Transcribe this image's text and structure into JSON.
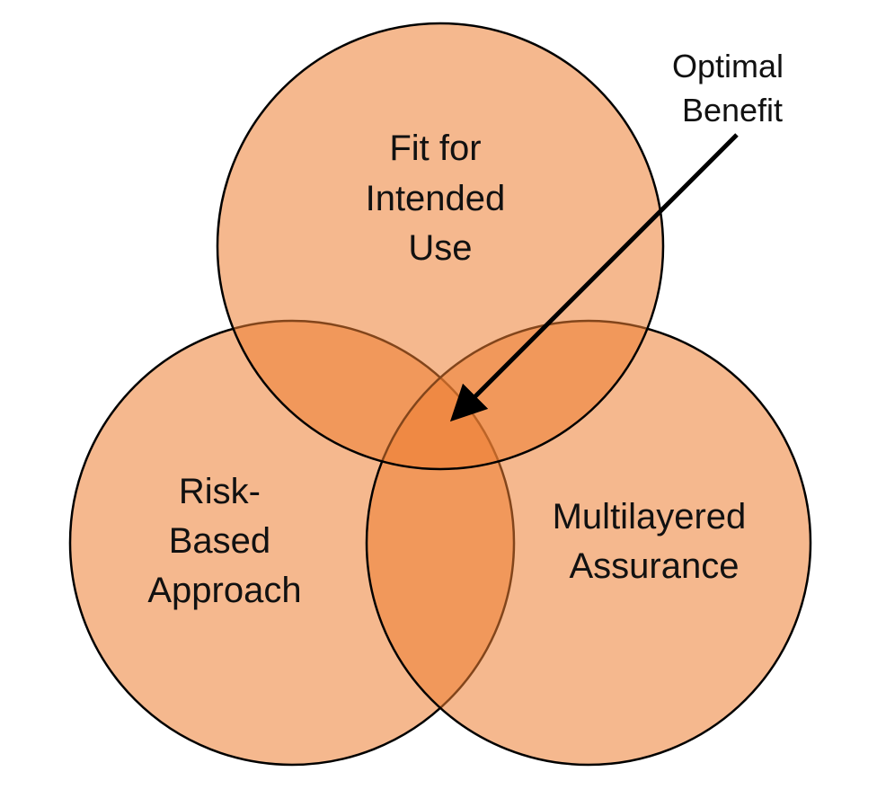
{
  "colors": {
    "circle_fill": "#ED7D31",
    "outline": "#000000",
    "arrow": "#000000"
  },
  "circles": {
    "top": {
      "lines": [
        "Fit for",
        "Intended",
        "Use"
      ]
    },
    "left": {
      "lines": [
        "Risk-",
        "Based",
        "Approach"
      ]
    },
    "right": {
      "lines": [
        "Multilayered",
        "Assurance"
      ]
    }
  },
  "callout": {
    "lines": [
      "Optimal",
      "Benefit"
    ]
  }
}
